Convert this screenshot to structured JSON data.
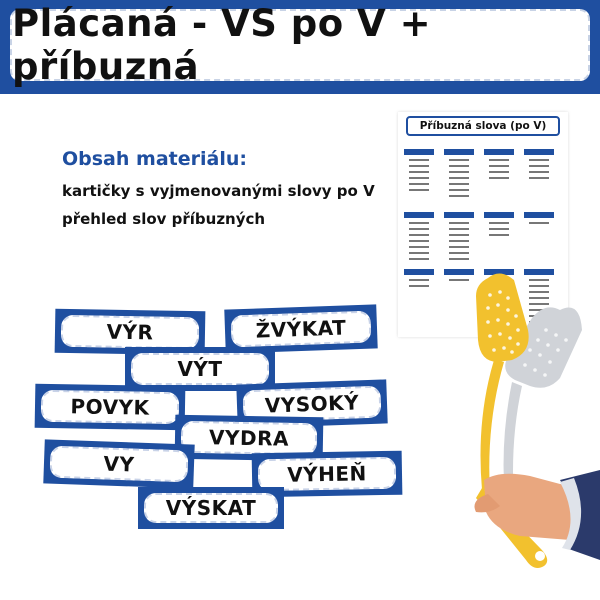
{
  "banner": {
    "title": "Plácaná - VS po V + příbuzná"
  },
  "content": {
    "heading": "Obsah materiálu:",
    "lines": [
      "kartičky s vyjmenovanými slovy po V",
      "přehled slov příbuzných"
    ]
  },
  "cards": [
    {
      "word": "VÝR"
    },
    {
      "word": "ŽVÝKAT"
    },
    {
      "word": "VÝT"
    },
    {
      "word": "POVYK"
    },
    {
      "word": "VYSOKÝ"
    },
    {
      "word": "VYDRA"
    },
    {
      "word": "VY"
    },
    {
      "word": "VÝHEŇ"
    },
    {
      "word": "VÝSKAT"
    }
  ],
  "preview": {
    "title": "Příbuzná slova (po V)"
  },
  "colors": {
    "primary": "#1f4fa0",
    "swatter_yellow": "#f2c12e",
    "swatter_grey": "#d0d3d8",
    "sleeve": "#2b3a6b",
    "skin": "#e9a77f"
  },
  "illustration": {
    "icon": "fly-swatter-hand-icon"
  }
}
